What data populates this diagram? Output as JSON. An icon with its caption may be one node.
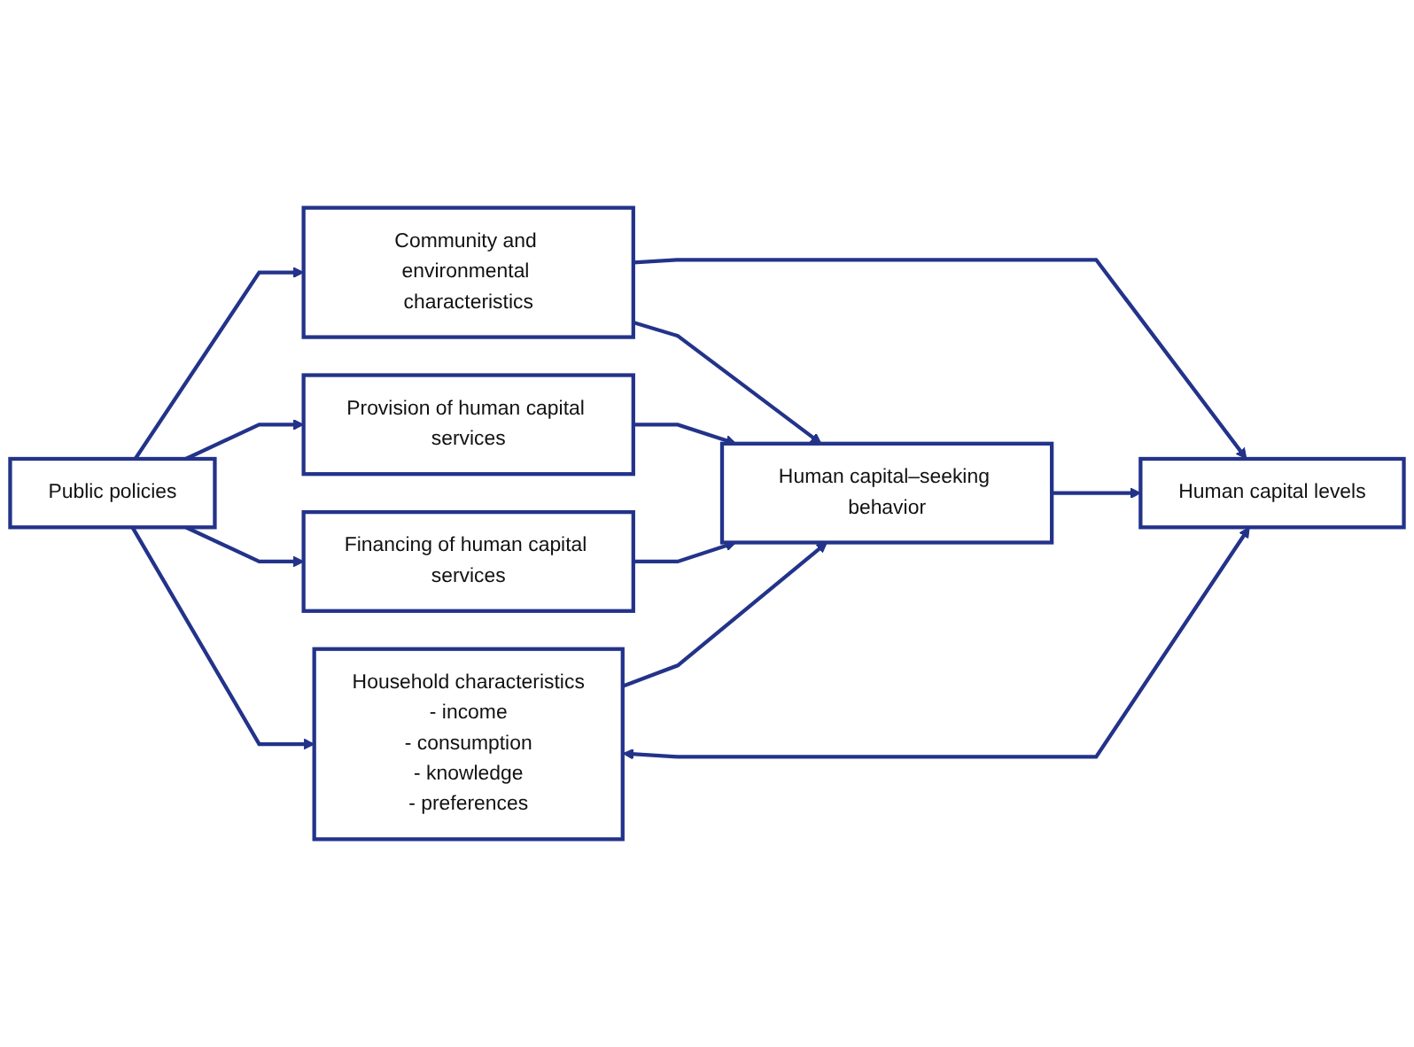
{
  "diagram": {
    "nodes": [
      {
        "text": [
          "Public policies"
        ]
      },
      {
        "text": [
          "Community and environmental characteristics"
        ]
      },
      {
        "text": [
          "Provision of human capital services"
        ]
      },
      {
        "text": [
          "Financing of human capital services"
        ]
      },
      {
        "text": [
          "Household characteristics",
          "- income",
          "- consumption",
          "- knowledge",
          "- preferences"
        ]
      },
      {
        "text": [
          "Human capital–seeking behavior"
        ]
      },
      {
        "text": [
          "Human capital levels"
        ]
      }
    ],
    "edges": [
      {
        "from": 0,
        "to": 1,
        "arrow": "to"
      },
      {
        "from": 0,
        "to": 2,
        "arrow": "to"
      },
      {
        "from": 0,
        "to": 3,
        "arrow": "to"
      },
      {
        "from": 0,
        "to": 4,
        "arrow": "to"
      },
      {
        "from": 1,
        "to": 5,
        "arrow": "to"
      },
      {
        "from": 2,
        "to": 5,
        "arrow": "to"
      },
      {
        "from": 3,
        "to": 5,
        "arrow": "to"
      },
      {
        "from": 4,
        "to": 5,
        "arrow": "to"
      },
      {
        "from": 1,
        "to": 6,
        "arrow": "to"
      },
      {
        "from": 5,
        "to": 6,
        "arrow": "to"
      },
      {
        "from": 4,
        "to": 6,
        "arrow": "both"
      }
    ]
  }
}
